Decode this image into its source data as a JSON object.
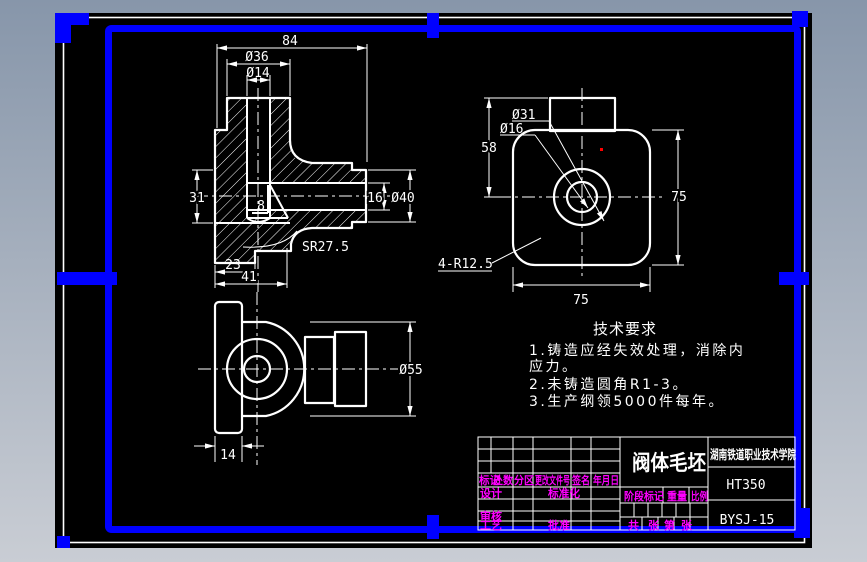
{
  "colors": {
    "desktop_top": "#8796aa",
    "desktop_bottom": "#c9cdd4",
    "canvas": "#000000",
    "linework": "#ffffff",
    "selection_blue": "#0000ff",
    "annotation_magenta": "#ff00ff",
    "artifact_red": "#ff0000"
  },
  "front_view": {
    "d84": "84",
    "d36": "Ø36",
    "d14": "Ø14",
    "d31": "31",
    "d8": "8",
    "d16": "16",
    "d40": "Ø40",
    "sr": "SR27.5",
    "d23": "23",
    "d41": "41"
  },
  "top_view": {
    "d31": "Ø31",
    "d16": "Ø16",
    "d58": "58",
    "d75r": "75",
    "d75b": "75",
    "r125": "4-R12.5"
  },
  "side_view": {
    "d55": "Ø55",
    "d14": "14"
  },
  "tech": {
    "title": "技术要求",
    "l1": "1.铸造应经失效处理，消除内",
    "l2": "应力。",
    "l3": "2.未铸造圆角R1-3。",
    "l4": "3.生产纲领5000件每年。"
  },
  "tb": {
    "part": "阀体毛坯",
    "org": "湖南铁道职业技术学院",
    "material": "HT350",
    "no": "BYSJ-15",
    "mark": "标记",
    "qty": "处数",
    "zone": "分区",
    "file": "更改文件号",
    "sign": "签名",
    "date": "年月日",
    "design": "设计",
    "std": "标准化",
    "audit": "审核",
    "proc": "工艺",
    "appr": "批准",
    "stage": "阶段标记",
    "weight": "重量",
    "scale": "比例",
    "total": "共",
    "sheet": "张",
    "page": "第",
    "sheet2": "张"
  }
}
